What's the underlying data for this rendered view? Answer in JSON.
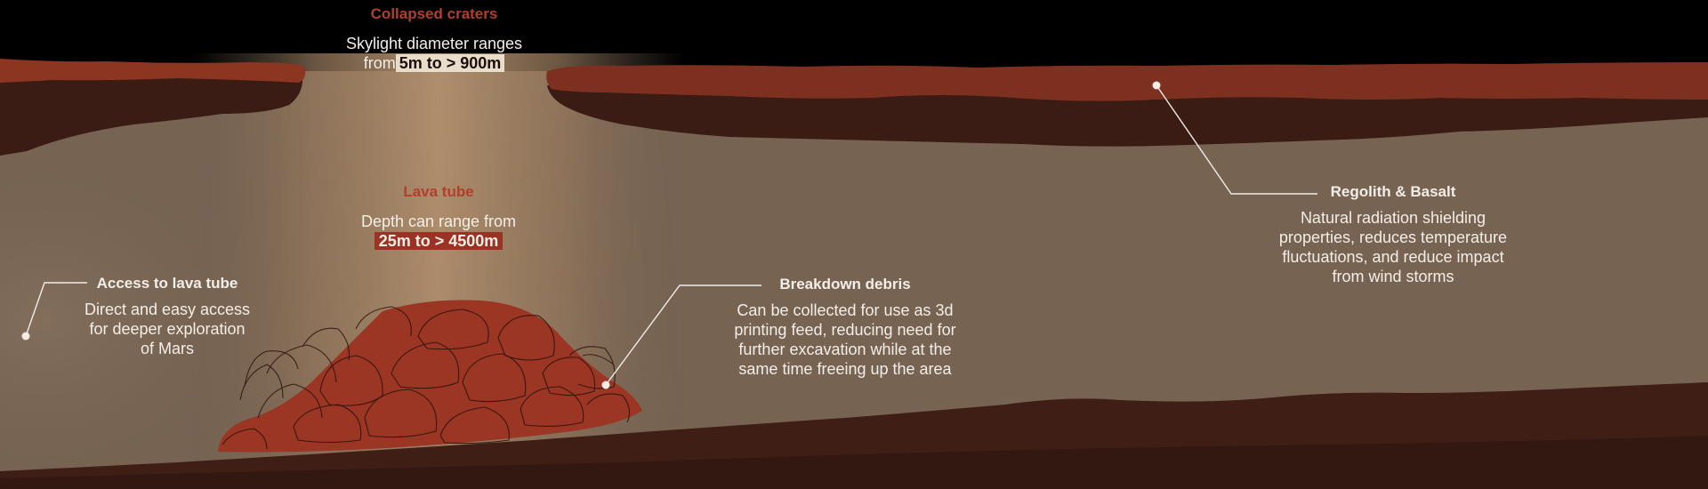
{
  "colors": {
    "sky": "#000000",
    "crust_red": "#8e3422",
    "dark_rock": "#3c1c14",
    "tube_interior": "#756352",
    "light_shaft": "#b08f6f",
    "debris": "#9a3324",
    "title_red": "#b0402c",
    "text": "#f4eee8"
  },
  "collapsed_craters": {
    "title": "Collapsed craters",
    "line1": "Skylight diameter ranges",
    "line2_prefix": "from",
    "highlight": "5m to > 900m"
  },
  "lava_tube": {
    "title": "Lava tube",
    "line1": "Depth can range from",
    "highlight": "25m to > 4500m"
  },
  "access": {
    "title": "Access to lava tube",
    "lines": [
      "Direct and easy access",
      "for deeper exploration",
      "of Mars"
    ]
  },
  "debris": {
    "title": "Breakdown debris",
    "lines": [
      "Can be collected for use as 3d",
      "printing feed, reducing need for",
      "further excavation while at the",
      "same time freeing up the area"
    ]
  },
  "regolith": {
    "title": "Regolith & Basalt",
    "lines": [
      "Natural radiation shielding",
      "properties, reduces temperature",
      "fluctuations, and reduce impact",
      "from wind storms"
    ]
  }
}
